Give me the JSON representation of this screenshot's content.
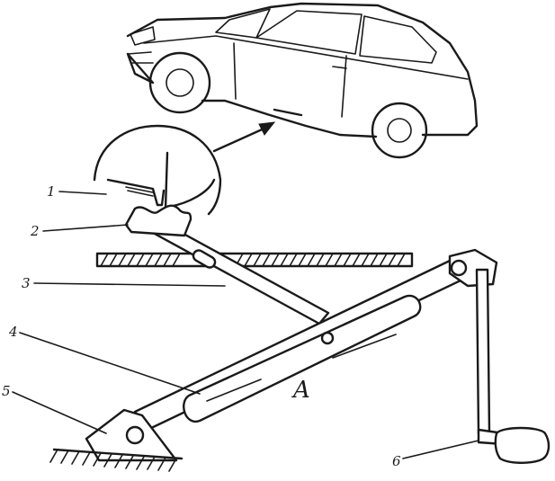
{
  "labels": {
    "part_1": "1",
    "part_2": "2",
    "part_3": "3",
    "part_4": "4",
    "part_5": "5",
    "part_6": "6",
    "dimension_a": "A"
  },
  "colors": {
    "ink": "#1a1a1a",
    "paper": "#ffffff"
  }
}
